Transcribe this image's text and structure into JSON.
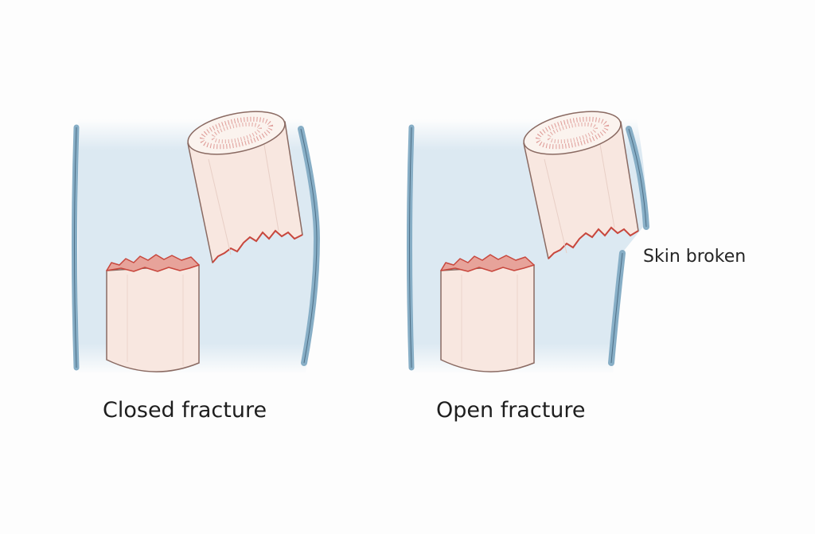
{
  "panels": {
    "closed": {
      "caption": "Closed fracture"
    },
    "open": {
      "caption": "Open fracture",
      "callout": "Skin broken"
    }
  },
  "colors": {
    "tissue": "#dce9f2",
    "skin_line": "#87aec6",
    "bone_fill": "#f8e7e0",
    "bone_outline": "#8a6a62",
    "fracture_edge": "#c8473d",
    "marrow_dots": "#d88a86",
    "text": "#1e1e1e"
  }
}
